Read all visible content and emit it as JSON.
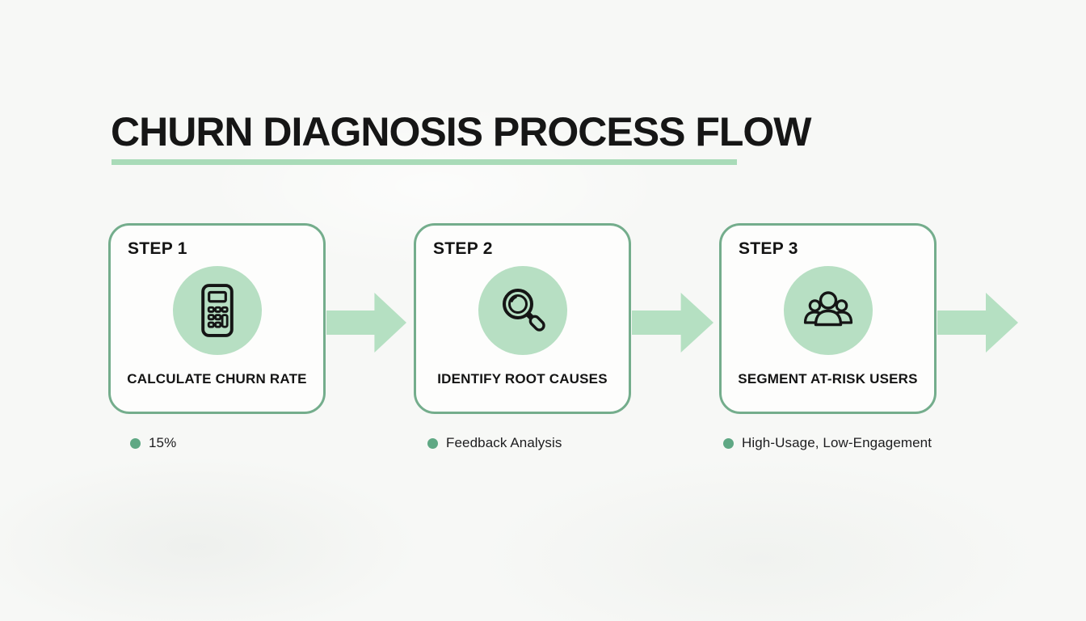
{
  "title": "CHURN DIAGNOSIS PROCESS FLOW",
  "colors": {
    "card_border_green": "#74ad8c",
    "circle_fill_green": "#b7dfc3",
    "arrow_green": "#b5e0c2",
    "underline_green": "#a9dbb8",
    "bullet_dot_green": "#5fa884",
    "text_dark": "#161616"
  },
  "steps": [
    {
      "label": "STEP 1",
      "title": "CALCULATE CHURN RATE",
      "icon": "calculator-icon",
      "note": "15%"
    },
    {
      "label": "STEP 2",
      "title": "IDENTIFY ROOT CAUSES",
      "icon": "magnifier-icon",
      "note": "Feedback Analysis"
    },
    {
      "label": "STEP 3",
      "title": "SEGMENT AT-RISK USERS",
      "icon": "people-icon",
      "note": "High-Usage, Low-Engagement"
    }
  ]
}
